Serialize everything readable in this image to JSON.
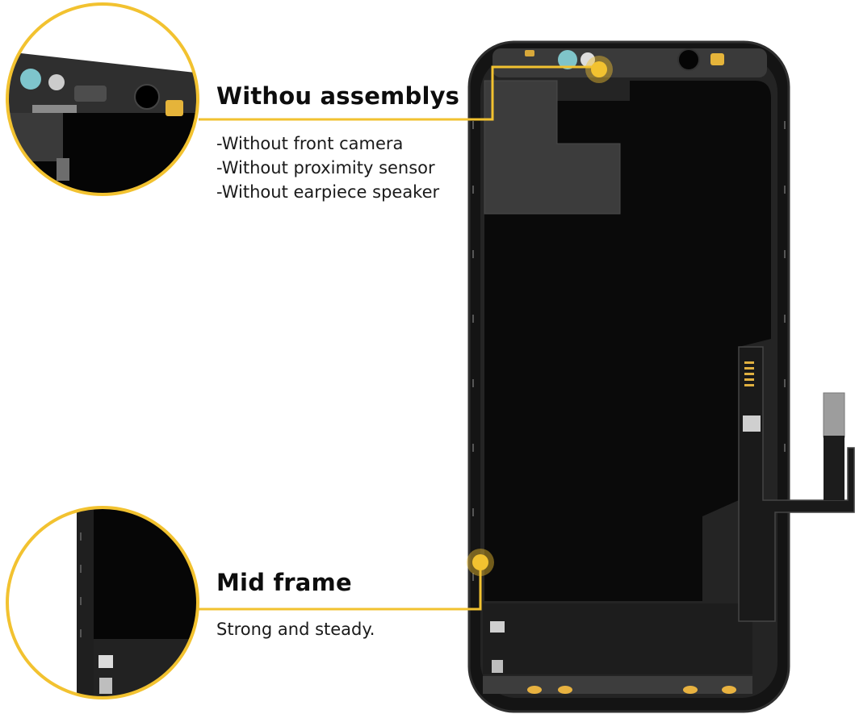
{
  "callouts": {
    "top": {
      "heading": "Withou assemblys",
      "lines": [
        "-Without front camera",
        "-Without proximity sensor",
        "-Without earpiece speaker"
      ]
    },
    "bottom": {
      "heading": "Mid frame",
      "lines": [
        "Strong and steady."
      ]
    }
  },
  "colors": {
    "accent": "#f2c230",
    "panel": "#0b0b0b",
    "frame": "#2b2b2b",
    "bracket": "#9a9a9a"
  }
}
